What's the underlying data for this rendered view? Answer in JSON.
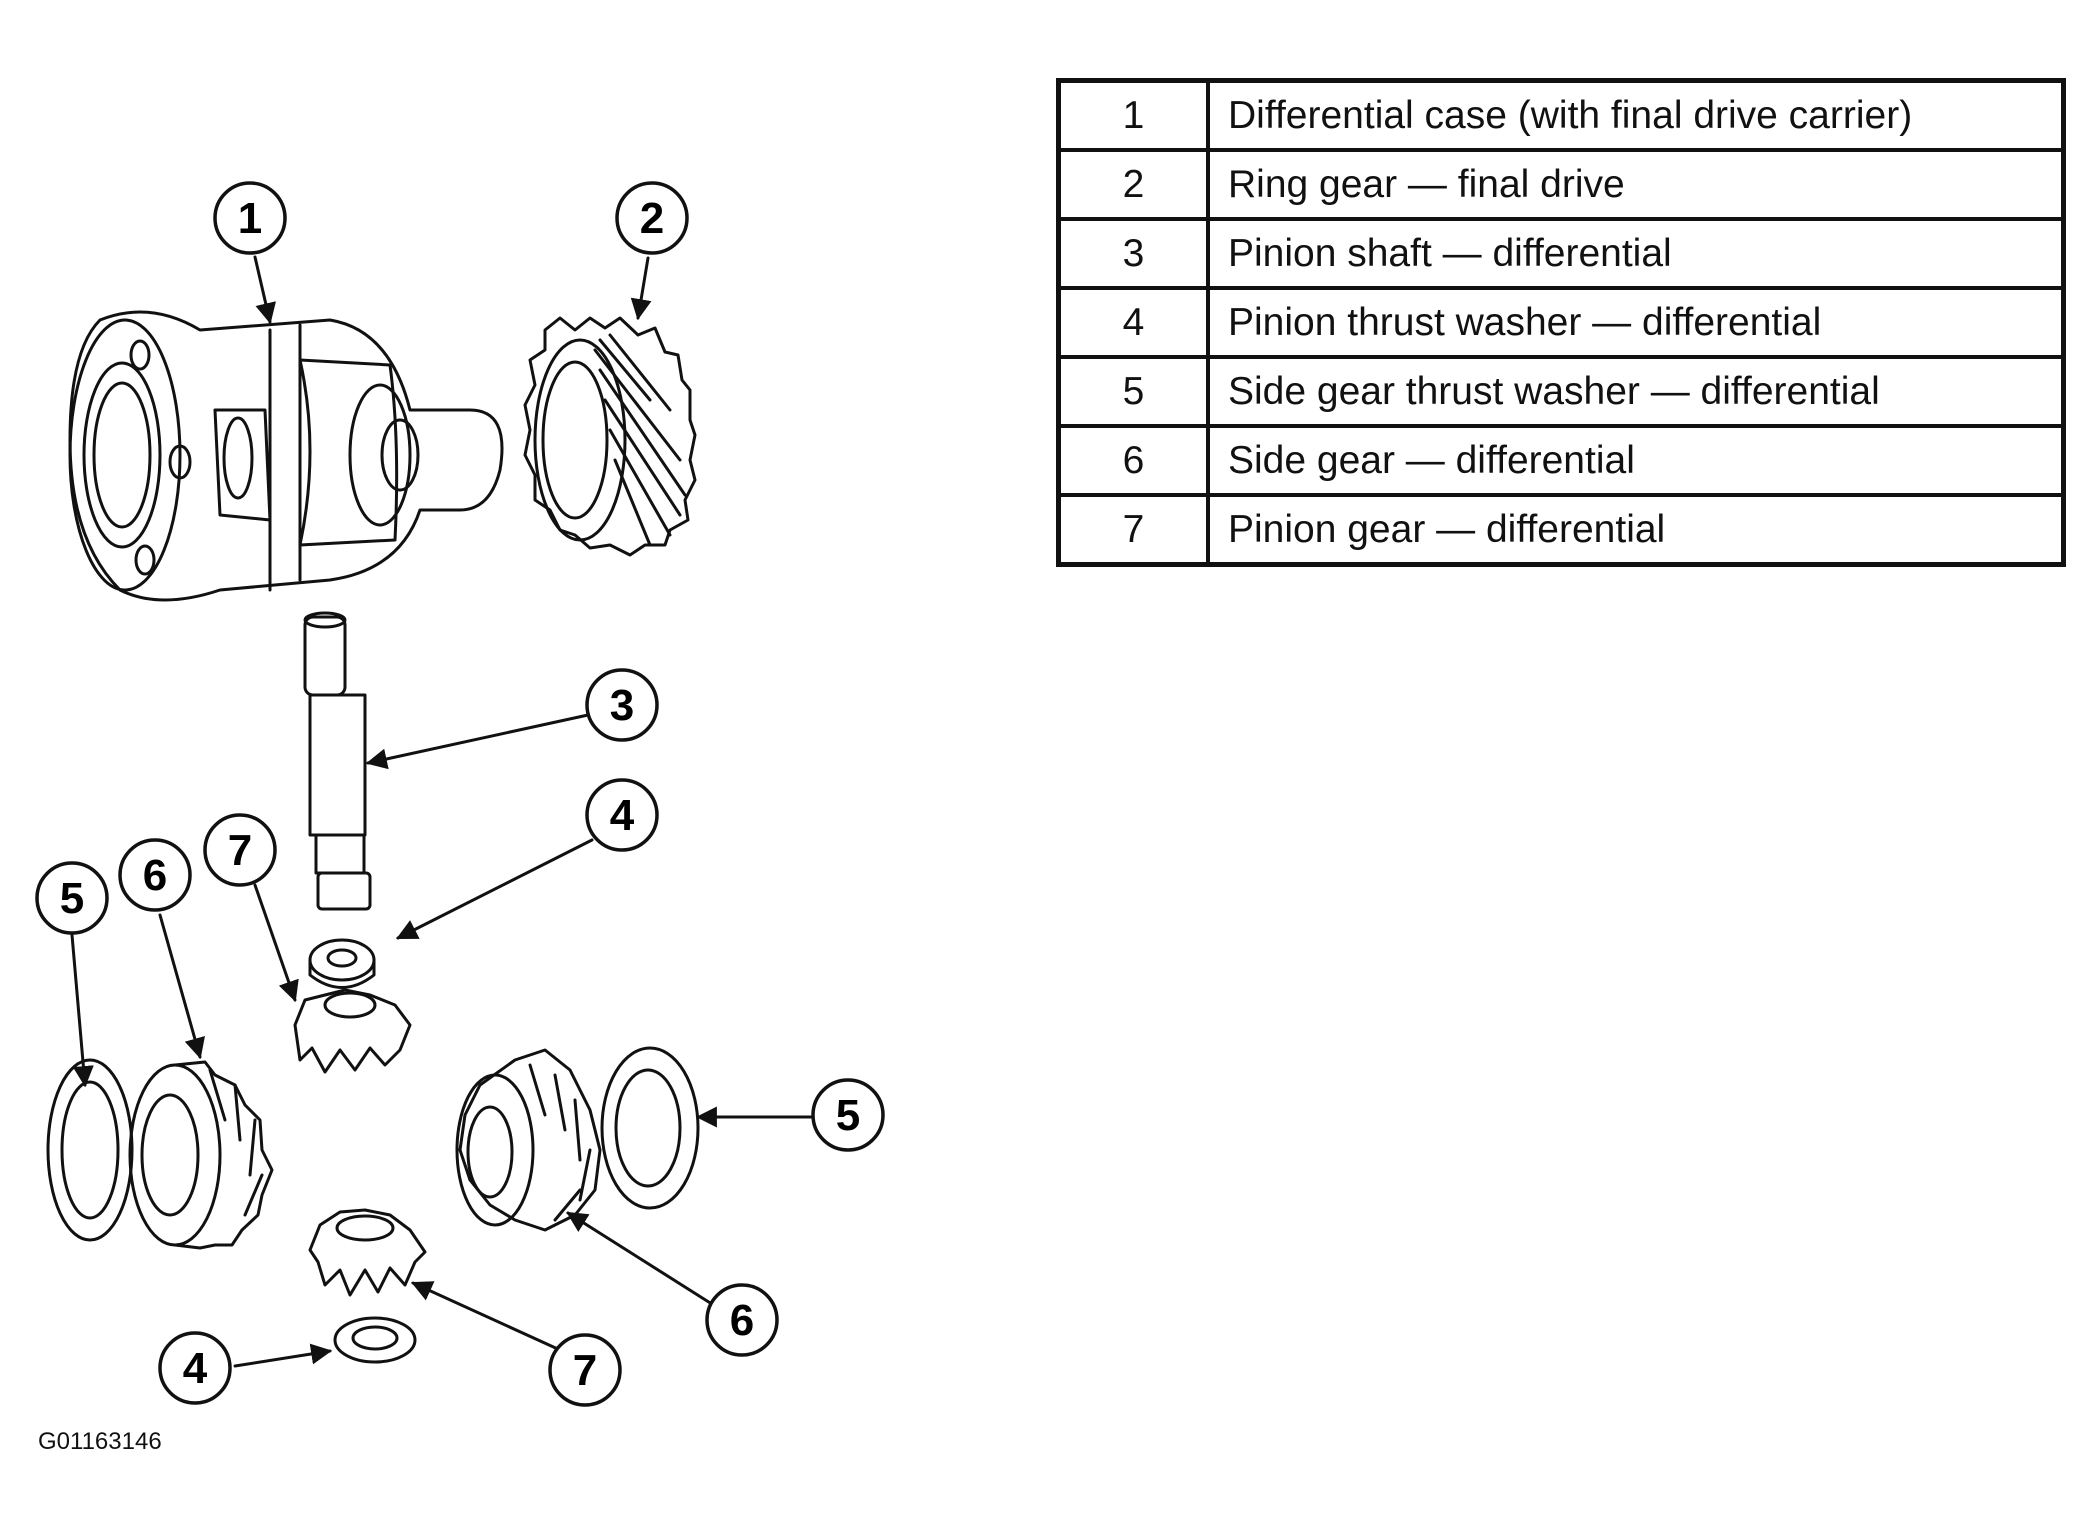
{
  "figure_id": "G01163146",
  "parts": [
    {
      "number": "1",
      "description": "Differential case (with final drive carrier)"
    },
    {
      "number": "2",
      "description": "Ring gear — final drive"
    },
    {
      "number": "3",
      "description": "Pinion shaft — differential"
    },
    {
      "number": "4",
      "description": "Pinion thrust washer — differential"
    },
    {
      "number": "5",
      "description": "Side gear thrust washer — differential"
    },
    {
      "number": "6",
      "description": "Side gear — differential"
    },
    {
      "number": "7",
      "description": "Pinion gear — differential"
    }
  ],
  "callouts": [
    "1",
    "2",
    "3",
    "4",
    "7",
    "6",
    "5",
    "5",
    "6",
    "7",
    "4"
  ]
}
